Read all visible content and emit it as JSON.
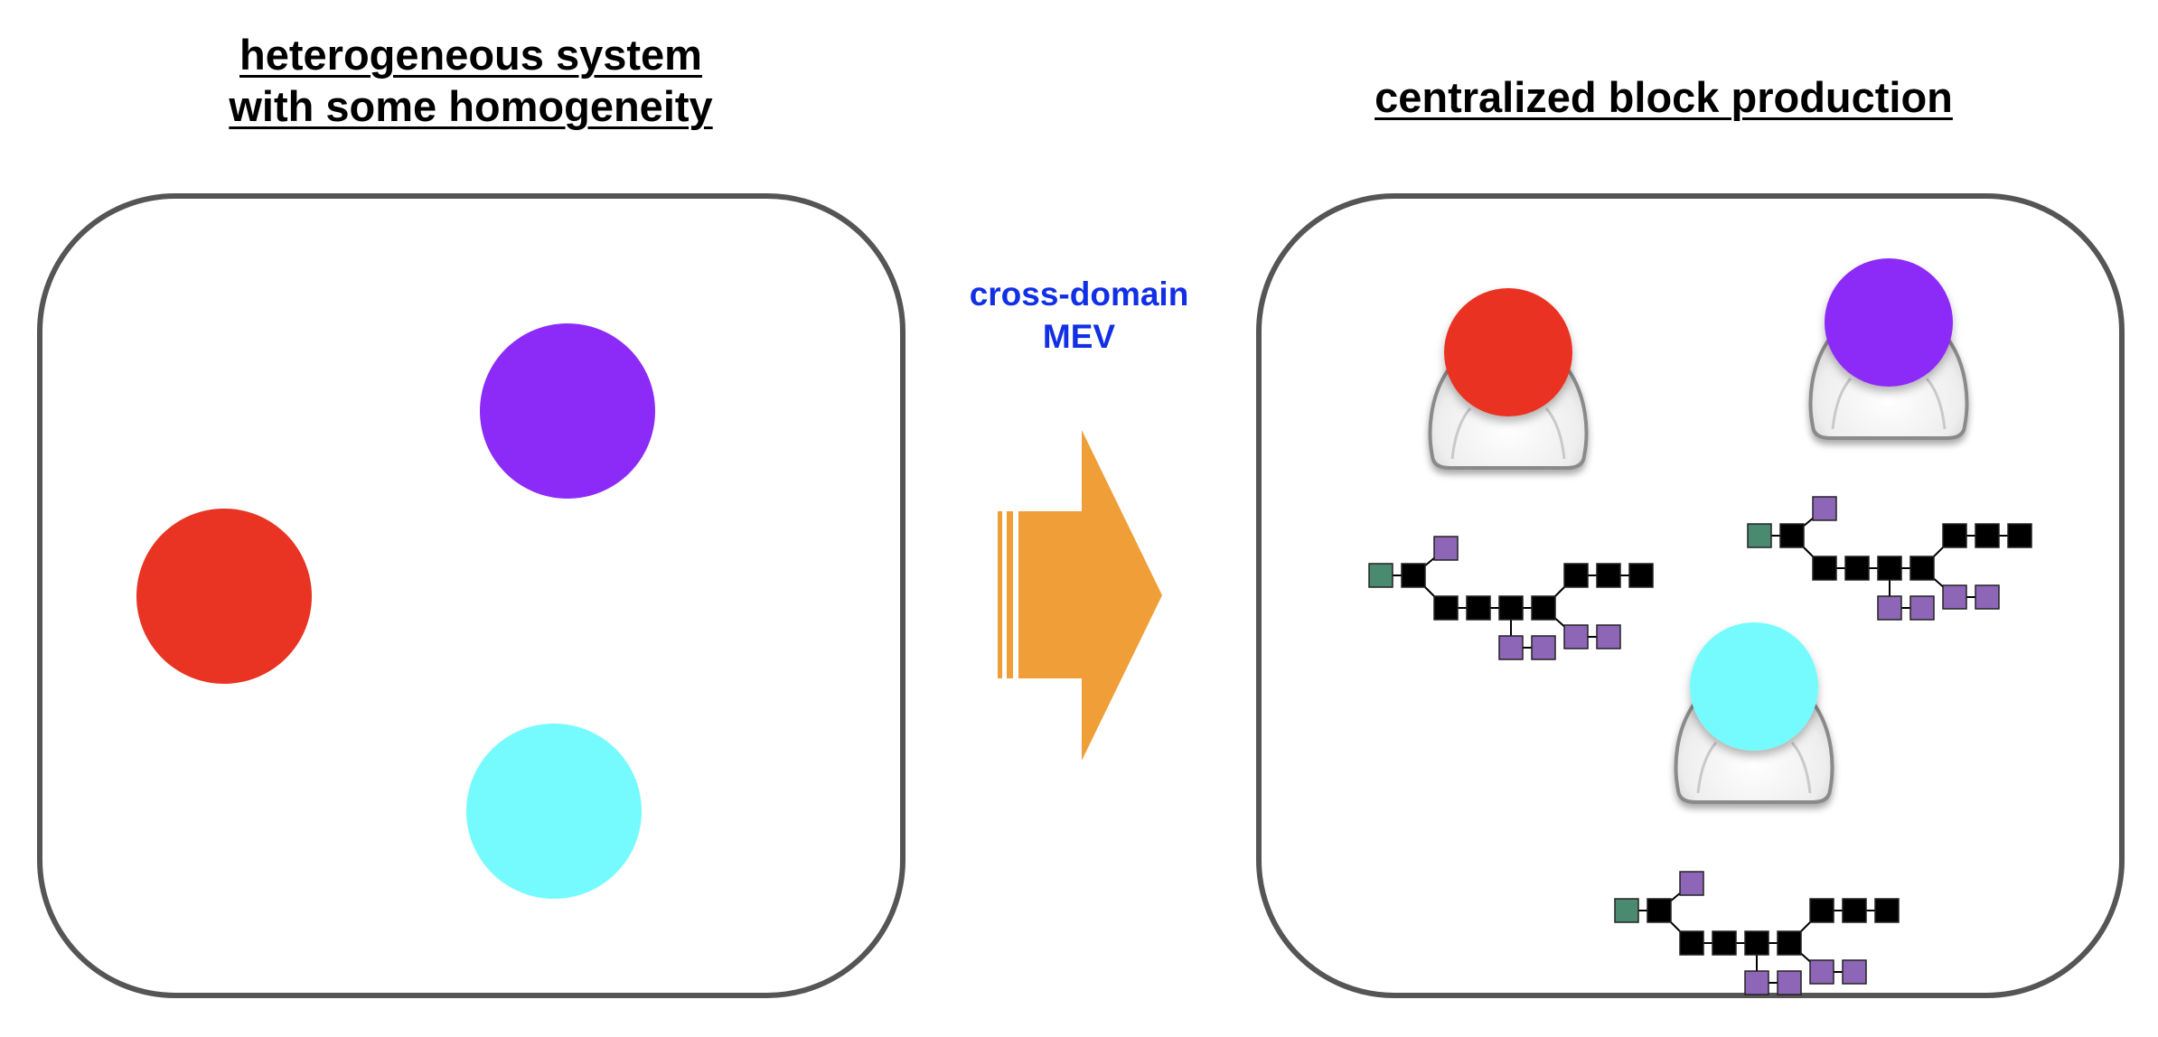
{
  "left_panel": {
    "title_line1": "heterogeneous system",
    "title_line2": "with some homogeneity"
  },
  "right_panel": {
    "title": "centralized block production"
  },
  "arrow": {
    "label_line1": "cross-domain",
    "label_line2": "MEV"
  },
  "colors": {
    "red": "#e93323",
    "purple": "#8c2bf7",
    "cyan": "#75fbfd",
    "arrow": "#f09e38",
    "label": "#1130e6",
    "block_black": "#000000",
    "block_purple": "#8e66b8",
    "block_green": "#4a8a70",
    "panel_border": "#555555"
  }
}
